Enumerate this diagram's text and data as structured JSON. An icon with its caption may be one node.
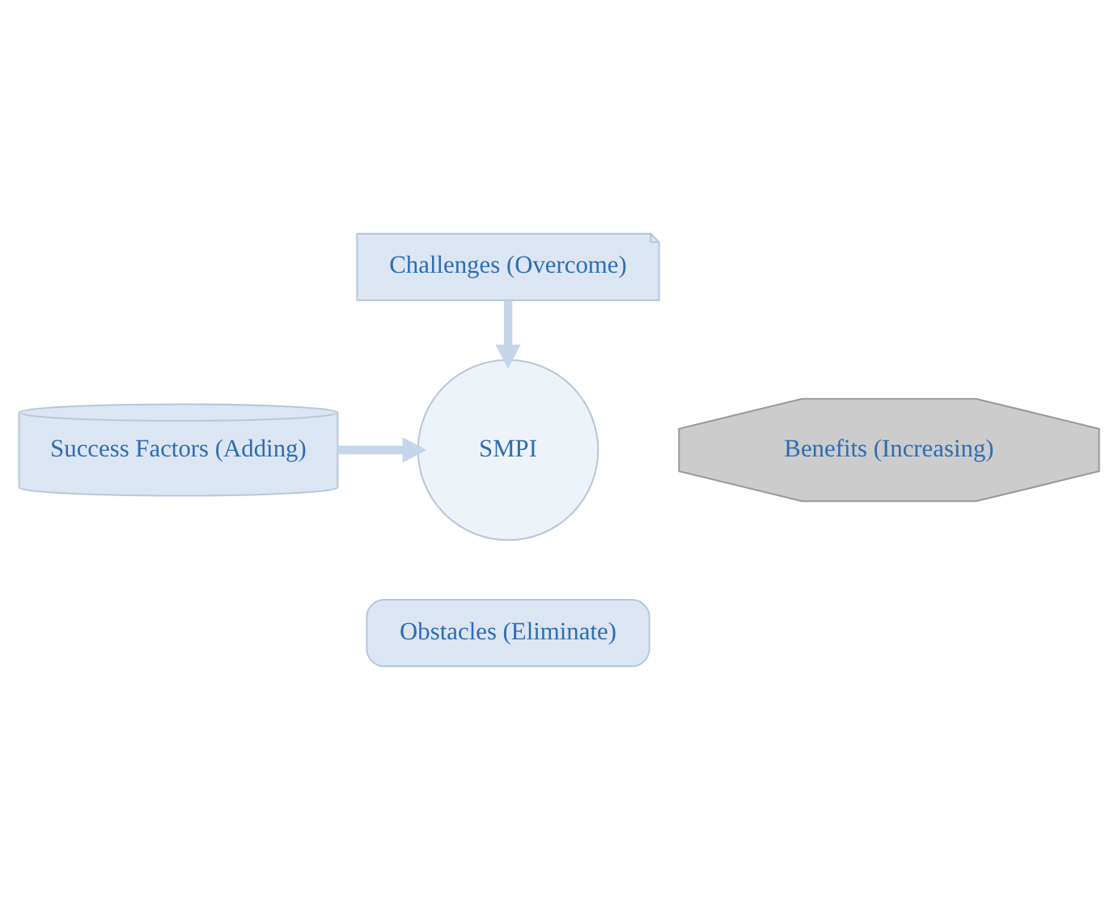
{
  "diagram": {
    "nodes": [
      {
        "text": [
          "Challenges (Overcome)"
        ]
      },
      {
        "text": [
          "Success Factors (Adding)"
        ]
      },
      {
        "text": [
          "SMPI"
        ]
      },
      {
        "text": [
          "Benefits (Increasing)"
        ]
      },
      {
        "text": [
          "Obstacles (Eliminate)"
        ]
      }
    ],
    "edges": [
      {
        "from": 0,
        "to": 2,
        "arrow": "to"
      },
      {
        "from": 1,
        "to": 2,
        "arrow": "to"
      }
    ]
  }
}
